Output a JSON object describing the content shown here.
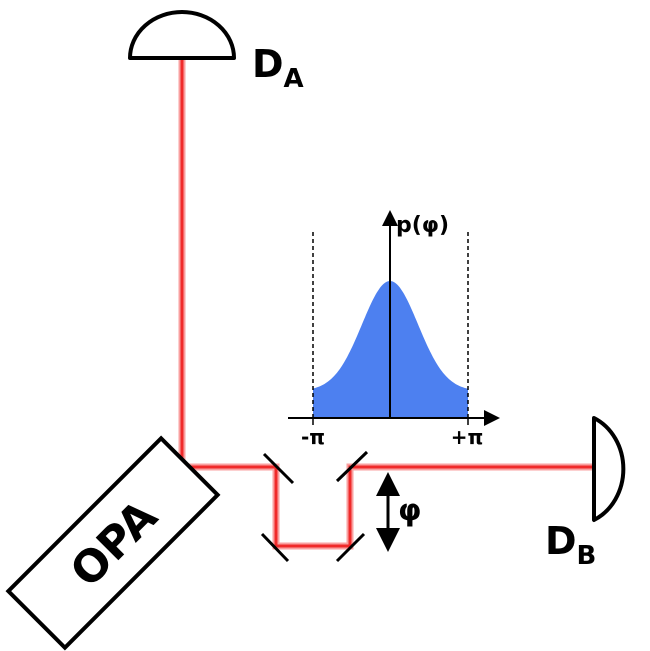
{
  "colors": {
    "beam": "#f02a2a",
    "beam_glow": "#f9a0a0",
    "distribution_fill": "#4d80f0",
    "stroke": "#000000",
    "background": "#ffffff"
  },
  "labels": {
    "source": "OPA",
    "detector_a_main": "D",
    "detector_a_sub": "A",
    "detector_b_main": "D",
    "detector_b_sub": "B",
    "phase_delay": "φ",
    "plot_ylabel": "p(φ)",
    "tick_minus_pi": "-π",
    "tick_plus_pi": "+π"
  },
  "icons": {
    "detector": "half-disc-detector-icon",
    "mirror": "mirror-line-icon",
    "phase_arrow": "double-arrow-icon"
  }
}
